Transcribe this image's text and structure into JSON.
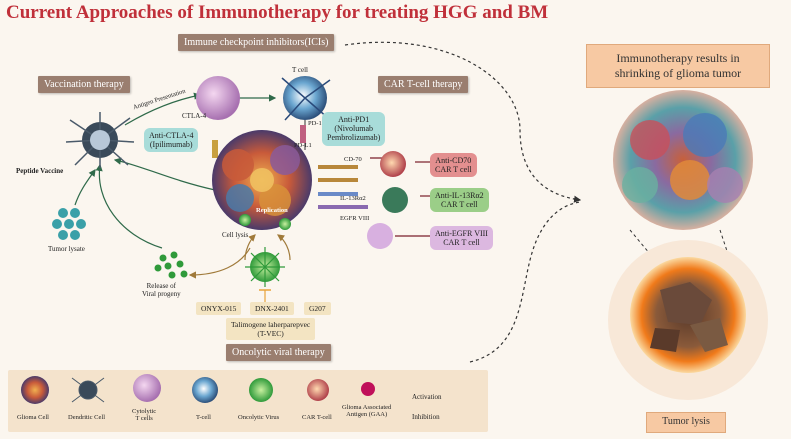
{
  "title": "Current Approaches of Immunotherapy for treating HGG and BM",
  "headers": {
    "ici": "Immune checkpoint inhibitors(ICIs)",
    "vaccination": "Vaccination therapy",
    "cart": "CAR T-cell therapy",
    "oncolytic": "Oncolytic viral therapy"
  },
  "drugs": {
    "anti_ctla4": "Anti-CTLA-4\n(Ipilimumab)",
    "anti_pd1": "Anti-PD1\n(Nivolumab\nPembrolizumab)",
    "anti_cd70": "Anti-CD70\nCAR T cell",
    "anti_il13": "Anti-IL-13Rα2\nCAR T cell",
    "anti_egfr": "Anti-EGFR VIII\nCAR T cell",
    "onyx": "ONYX-015",
    "dnx": "DNX-2401",
    "g207": "G207",
    "tvec": "Talimogene laherparepvec\n(T-VEC)"
  },
  "labels": {
    "t_cell": "T cell",
    "ctla4": "CTLA-4",
    "antigen_presentation": "Antigen Presentation",
    "pd1": "PD-1",
    "pdl1": "PD-L1",
    "peptide_vaccine": "Peptide Vaccine",
    "tumor_lysate": "Tumor lysate",
    "cell_lysis": "Cell lysis",
    "replication": "Replication",
    "release": "Release of\nViral progeny",
    "cd70": "CD-70",
    "il13ra2": "IL-13Rα2",
    "egfrviii": "EGFR VIII"
  },
  "results": {
    "shrink": "Immunotherapy results in\nshrinking of glioma tumor",
    "lysis": "Tumor lysis"
  },
  "legend": [
    {
      "label": "Glioma Cell",
      "icon": "glioma-cell-icon"
    },
    {
      "label": "Dendritic Cell",
      "icon": "dendritic-cell-icon"
    },
    {
      "label": "Cytolytic\nT cells",
      "icon": "cytolytic-t-cell-icon"
    },
    {
      "label": "T-cell",
      "icon": "t-cell-icon"
    },
    {
      "label": "Oncolytic Virus",
      "icon": "oncolytic-virus-icon"
    },
    {
      "label": "CAR T-cell",
      "icon": "car-t-cell-icon"
    },
    {
      "label": "Glioma Associated\nAntigen (GAA)",
      "icon": "gaa-icon"
    }
  ],
  "legend_arrows": {
    "activation": "Activation",
    "inhibition": "Inhibition"
  },
  "colors": {
    "title": "#c0303a",
    "header": "#9a7e6f",
    "activation": "#7a1f2a",
    "inhibition": "#e8a33a"
  }
}
